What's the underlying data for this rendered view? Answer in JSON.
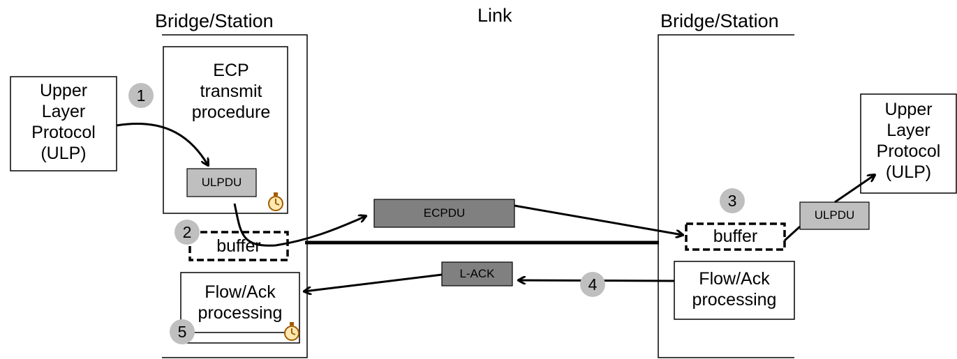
{
  "left_station": {
    "title": "Bridge/Station",
    "ecp_box": [
      "ECP",
      "transmit",
      "procedure"
    ],
    "ulpdu": "ULPDU",
    "buffer": "buffer",
    "flow_box": [
      "Flow/Ack",
      "processing"
    ]
  },
  "link": {
    "title": "Link",
    "ecpdu": "ECPDU",
    "lack": "L-ACK"
  },
  "right_station": {
    "title": "Bridge/Station",
    "buffer": "buffer",
    "ulpdu": "ULPDU",
    "flow_box": [
      "Flow/Ack",
      "processing"
    ]
  },
  "ulp_left": [
    "Upper",
    "Layer",
    "Protocol",
    "(ULP)"
  ],
  "ulp_right": [
    "Upper",
    "Layer",
    "Protocol",
    "(ULP)"
  ],
  "steps": [
    "1",
    "2",
    "3",
    "4",
    "5"
  ],
  "colors": {
    "step_badge": "#bfbfbf",
    "pdu_light": "#bfbfbf",
    "pdu_dark": "#808080"
  },
  "icons": [
    "stopwatch-icon"
  ]
}
